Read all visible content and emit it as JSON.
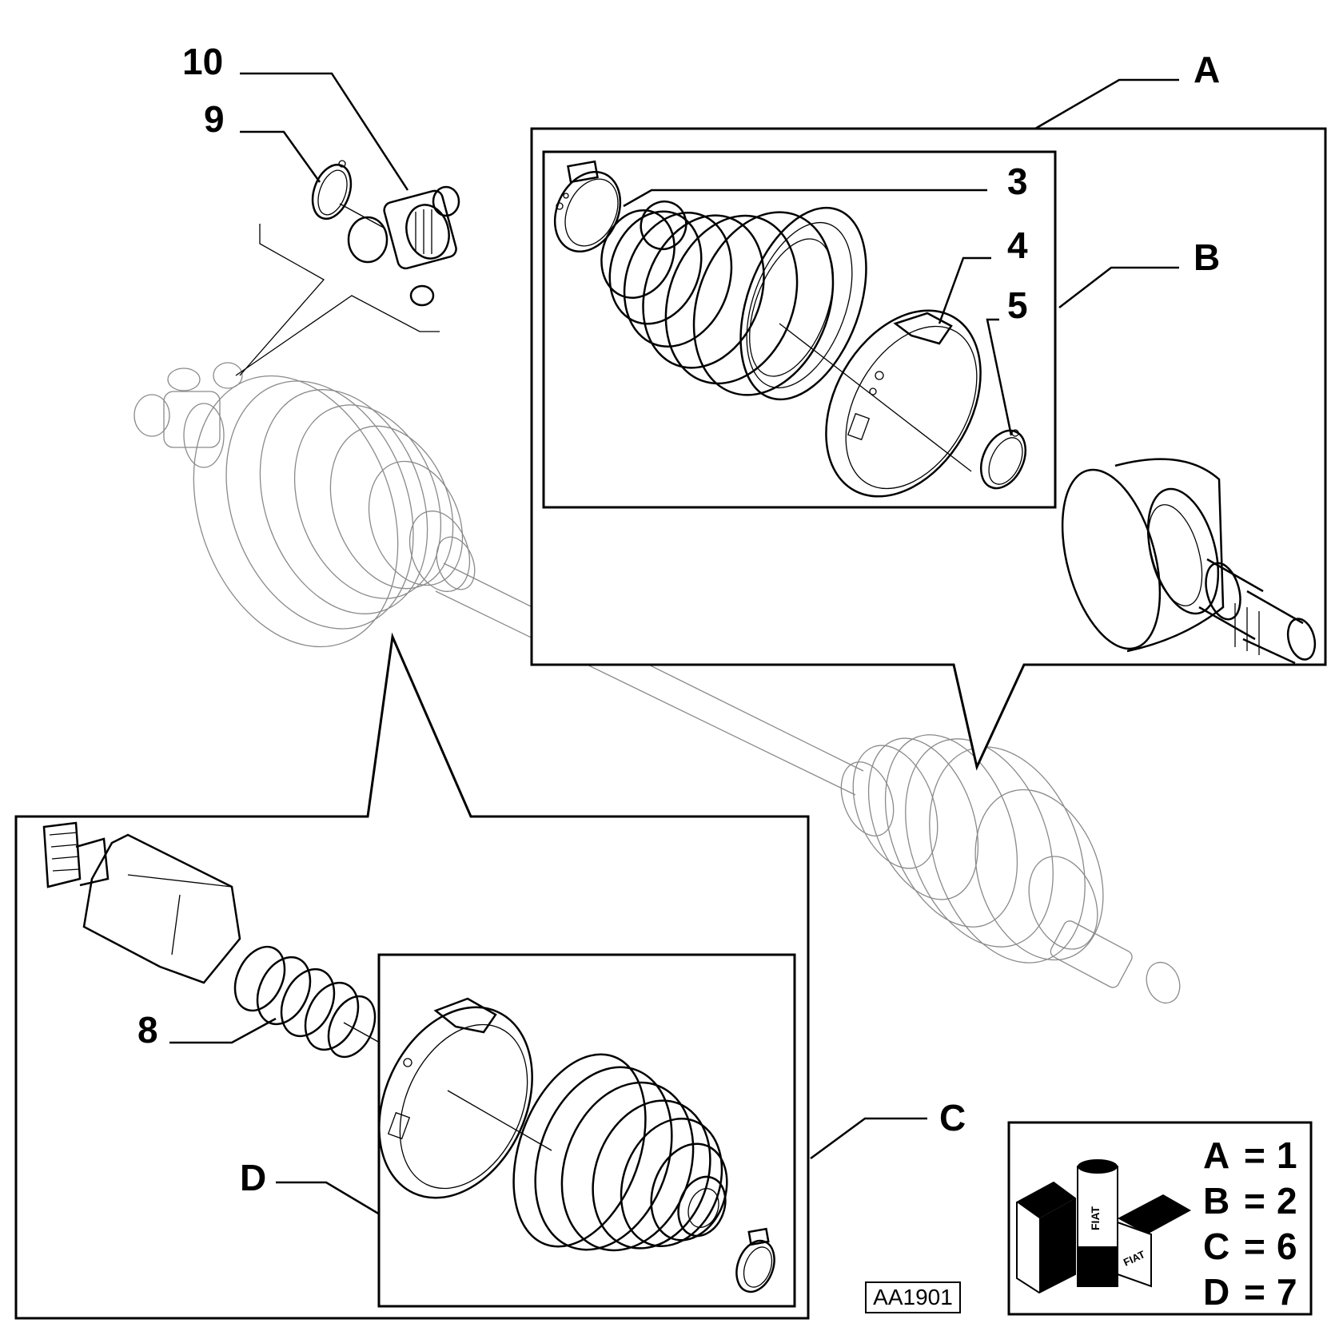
{
  "callouts": {
    "c10": "10",
    "c9": "9",
    "cA": "A",
    "c3": "3",
    "c4": "4",
    "c5": "5",
    "cB": "B",
    "c8": "8",
    "cC": "C",
    "cD": "D"
  },
  "legend": {
    "rows": [
      {
        "letter": "A",
        "sep": "=",
        "value": "1"
      },
      {
        "letter": "B",
        "sep": "=",
        "value": "2"
      },
      {
        "letter": "C",
        "sep": "=",
        "value": "6"
      },
      {
        "letter": "D",
        "sep": "=",
        "value": "7"
      }
    ],
    "brand_text": "FIAT"
  },
  "reference_code": "AA1901"
}
